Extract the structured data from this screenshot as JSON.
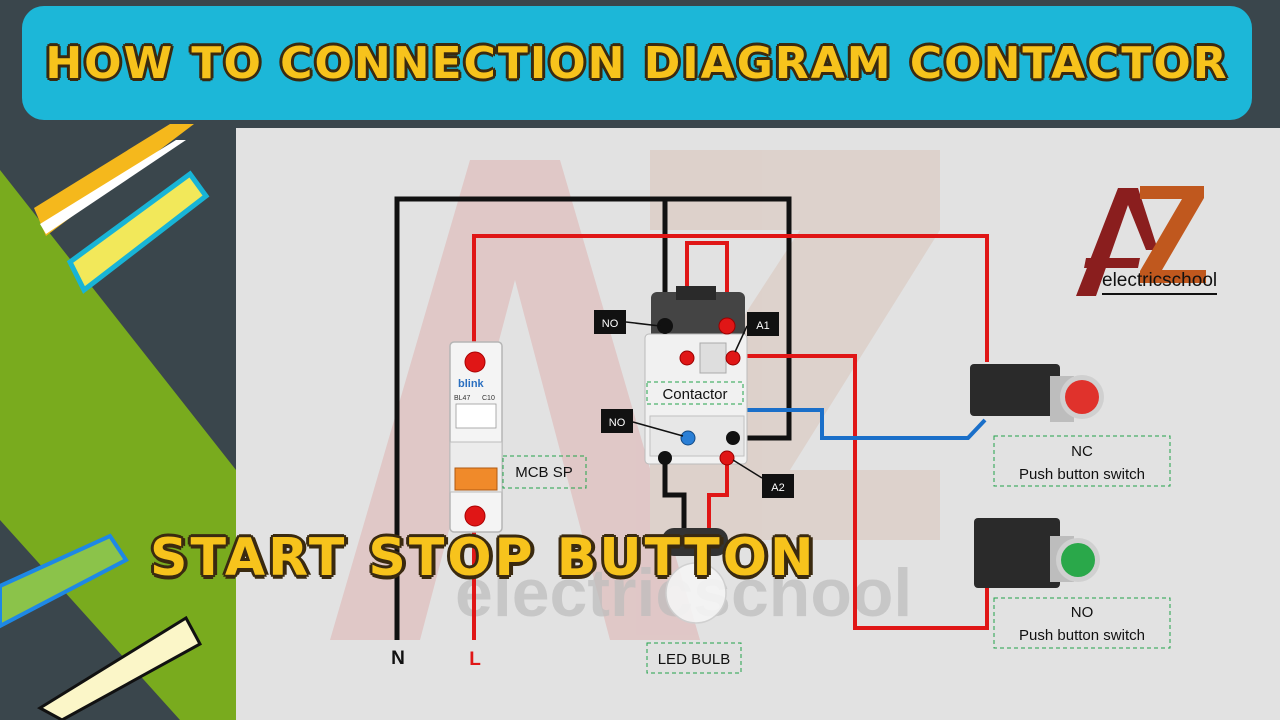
{
  "title": "HOW TO CONNECTION DIAGRAM CONTACTOR",
  "subtitle": "START STOP BUTTON",
  "logo": {
    "letters": "AZ",
    "text": "electricschool",
    "watermark_text": "electricschool"
  },
  "labels": {
    "no_top": "NO",
    "a1": "A1",
    "contactor": "Contactor",
    "no_aux": "NO",
    "a2": "A2",
    "mcb": "MCB SP",
    "nc_title": "NC",
    "nc_sub": "Push button switch",
    "no_title": "NO",
    "no_sub": "Push button switch",
    "led": "LED BULB",
    "neutral": "N",
    "line": "L"
  },
  "mcb_device": {
    "brand": "blink",
    "model": "BL47",
    "rating": "C10"
  },
  "colors": {
    "banner": "#1cb7d8",
    "title": "#f7c31c",
    "panel": "#e2e2e2",
    "wire_red": "#e01616",
    "wire_black": "#111111",
    "wire_blue": "#1a6fc9",
    "label_border": "#22a34a",
    "stop_button": "#e0322c",
    "start_button": "#2aa84a"
  }
}
